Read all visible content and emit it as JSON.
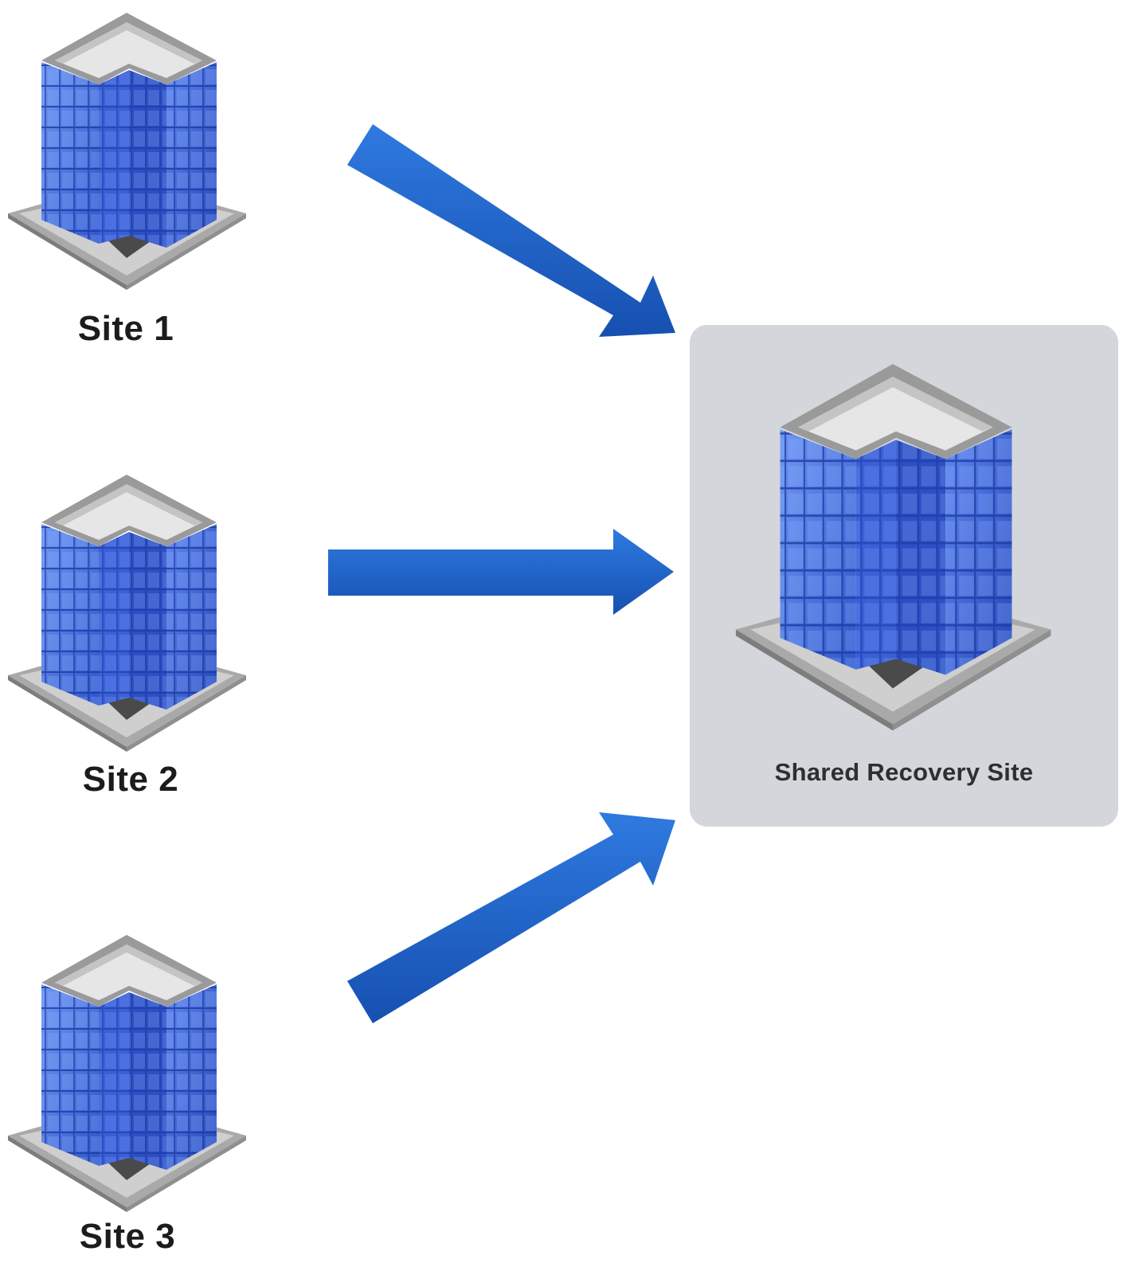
{
  "sites": [
    {
      "label": "Site 1"
    },
    {
      "label": "Site 2"
    },
    {
      "label": "Site 3"
    }
  ],
  "recovery_site": {
    "label": "Shared Recovery Site"
  },
  "icons": {
    "building": "office-building-icon",
    "arrow": "replication-arrow"
  },
  "colors": {
    "arrow": "#1e63c8",
    "building_blue": "#3f6fe0",
    "panel": "#d3d6db",
    "label": "#1c1c1c"
  }
}
